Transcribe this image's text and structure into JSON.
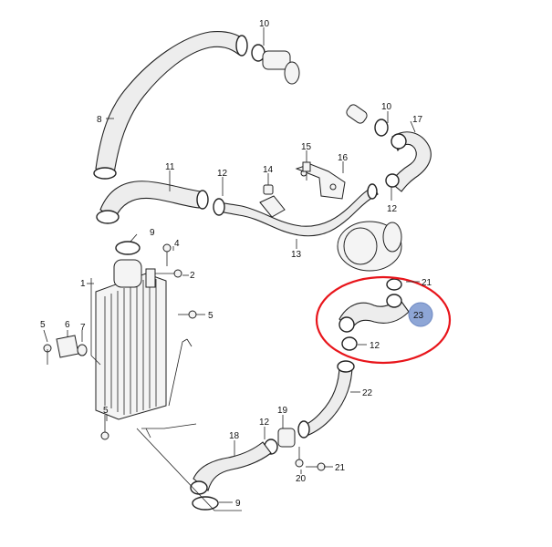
{
  "diagram": {
    "colors": {
      "highlight_ring": "#e8151b",
      "marker_fill": "#8ea6d6",
      "line": "#222222",
      "hose_fill": "#ededed"
    },
    "labels": {
      "p1": "1",
      "p2": "2",
      "p4": "4",
      "p5a": "5",
      "p5b": "5",
      "p5c": "5",
      "p6": "6",
      "p7": "7",
      "p8": "8",
      "p9a": "9",
      "p9b": "9",
      "p10a": "10",
      "p10b": "10",
      "p11": "11",
      "p12a": "12",
      "p12b": "12",
      "p12c": "12",
      "p12d": "12",
      "p13": "13",
      "p14": "14",
      "p15": "15",
      "p16": "16",
      "p17": "17",
      "p18": "18",
      "p19": "19",
      "p20": "20",
      "p21a": "21",
      "p21b": "21",
      "p22": "22",
      "p23": "23"
    }
  }
}
